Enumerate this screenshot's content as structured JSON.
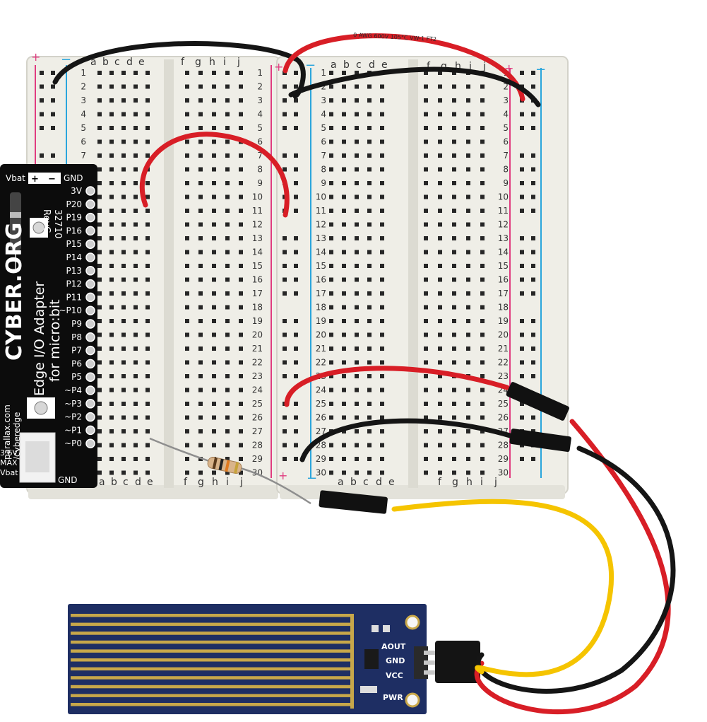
{
  "breadboard": {
    "columns_left": [
      "a",
      "b",
      "c",
      "d",
      "e"
    ],
    "columns_right": [
      "f",
      "g",
      "h",
      "i",
      "j"
    ],
    "rail_plus": "+",
    "rail_minus": "−",
    "rows_top_segment": [
      "1",
      "2",
      "3",
      "4",
      "5",
      "6",
      "7",
      "8"
    ],
    "rows": [
      "1",
      "2",
      "3",
      "4",
      "5",
      "6",
      "7",
      "8",
      "9",
      "10",
      "11",
      "12",
      "13",
      "14",
      "15",
      "16",
      "17",
      "18",
      "19",
      "20",
      "21",
      "22",
      "23",
      "24",
      "25",
      "26",
      "27",
      "28",
      "29",
      "30"
    ]
  },
  "adapter": {
    "brand": "CYBER.ORG",
    "title_line1": "Edge I/O Adapter",
    "title_line2": "for micro:bit",
    "part_number": "32710",
    "revision": "RevC",
    "url_line1": "parallax.com",
    "url_line2": "/cyberedge",
    "vbat": "Vbat",
    "plus_label": "+",
    "minus_label": "−",
    "gnd_top": "GND",
    "gnd_bottom": "GND",
    "max_line1": "3.6V",
    "max_line2": "MAX",
    "max_line3": "Vbat",
    "pins": [
      "3V",
      "P20",
      "P19",
      "P16",
      "P15",
      "P14",
      "P13",
      "P12",
      "P11",
      "~P10",
      "P9",
      "P8",
      "P7",
      "P6",
      "P5",
      "~P4",
      "~P3",
      "~P2",
      "~P1",
      "~P0"
    ]
  },
  "sensor": {
    "label_aout": "AOUT",
    "label_gnd": "GND",
    "label_vcc": "VCC",
    "label_pwr": "PWR"
  },
  "wire_print": "0 AWG 600V 105°C VW-1 FT2",
  "colors": {
    "board": "#f1f0e9",
    "hole": "#262626",
    "rail_red": "#e03b7f",
    "rail_blue": "#2aa5dc",
    "adapter": "#0c0c0c",
    "sensor_pcb": "#1e2e63",
    "trace": "#c7a74a",
    "wire_red": "#d81e26",
    "wire_black": "#151515",
    "wire_yellow": "#f5c400"
  }
}
